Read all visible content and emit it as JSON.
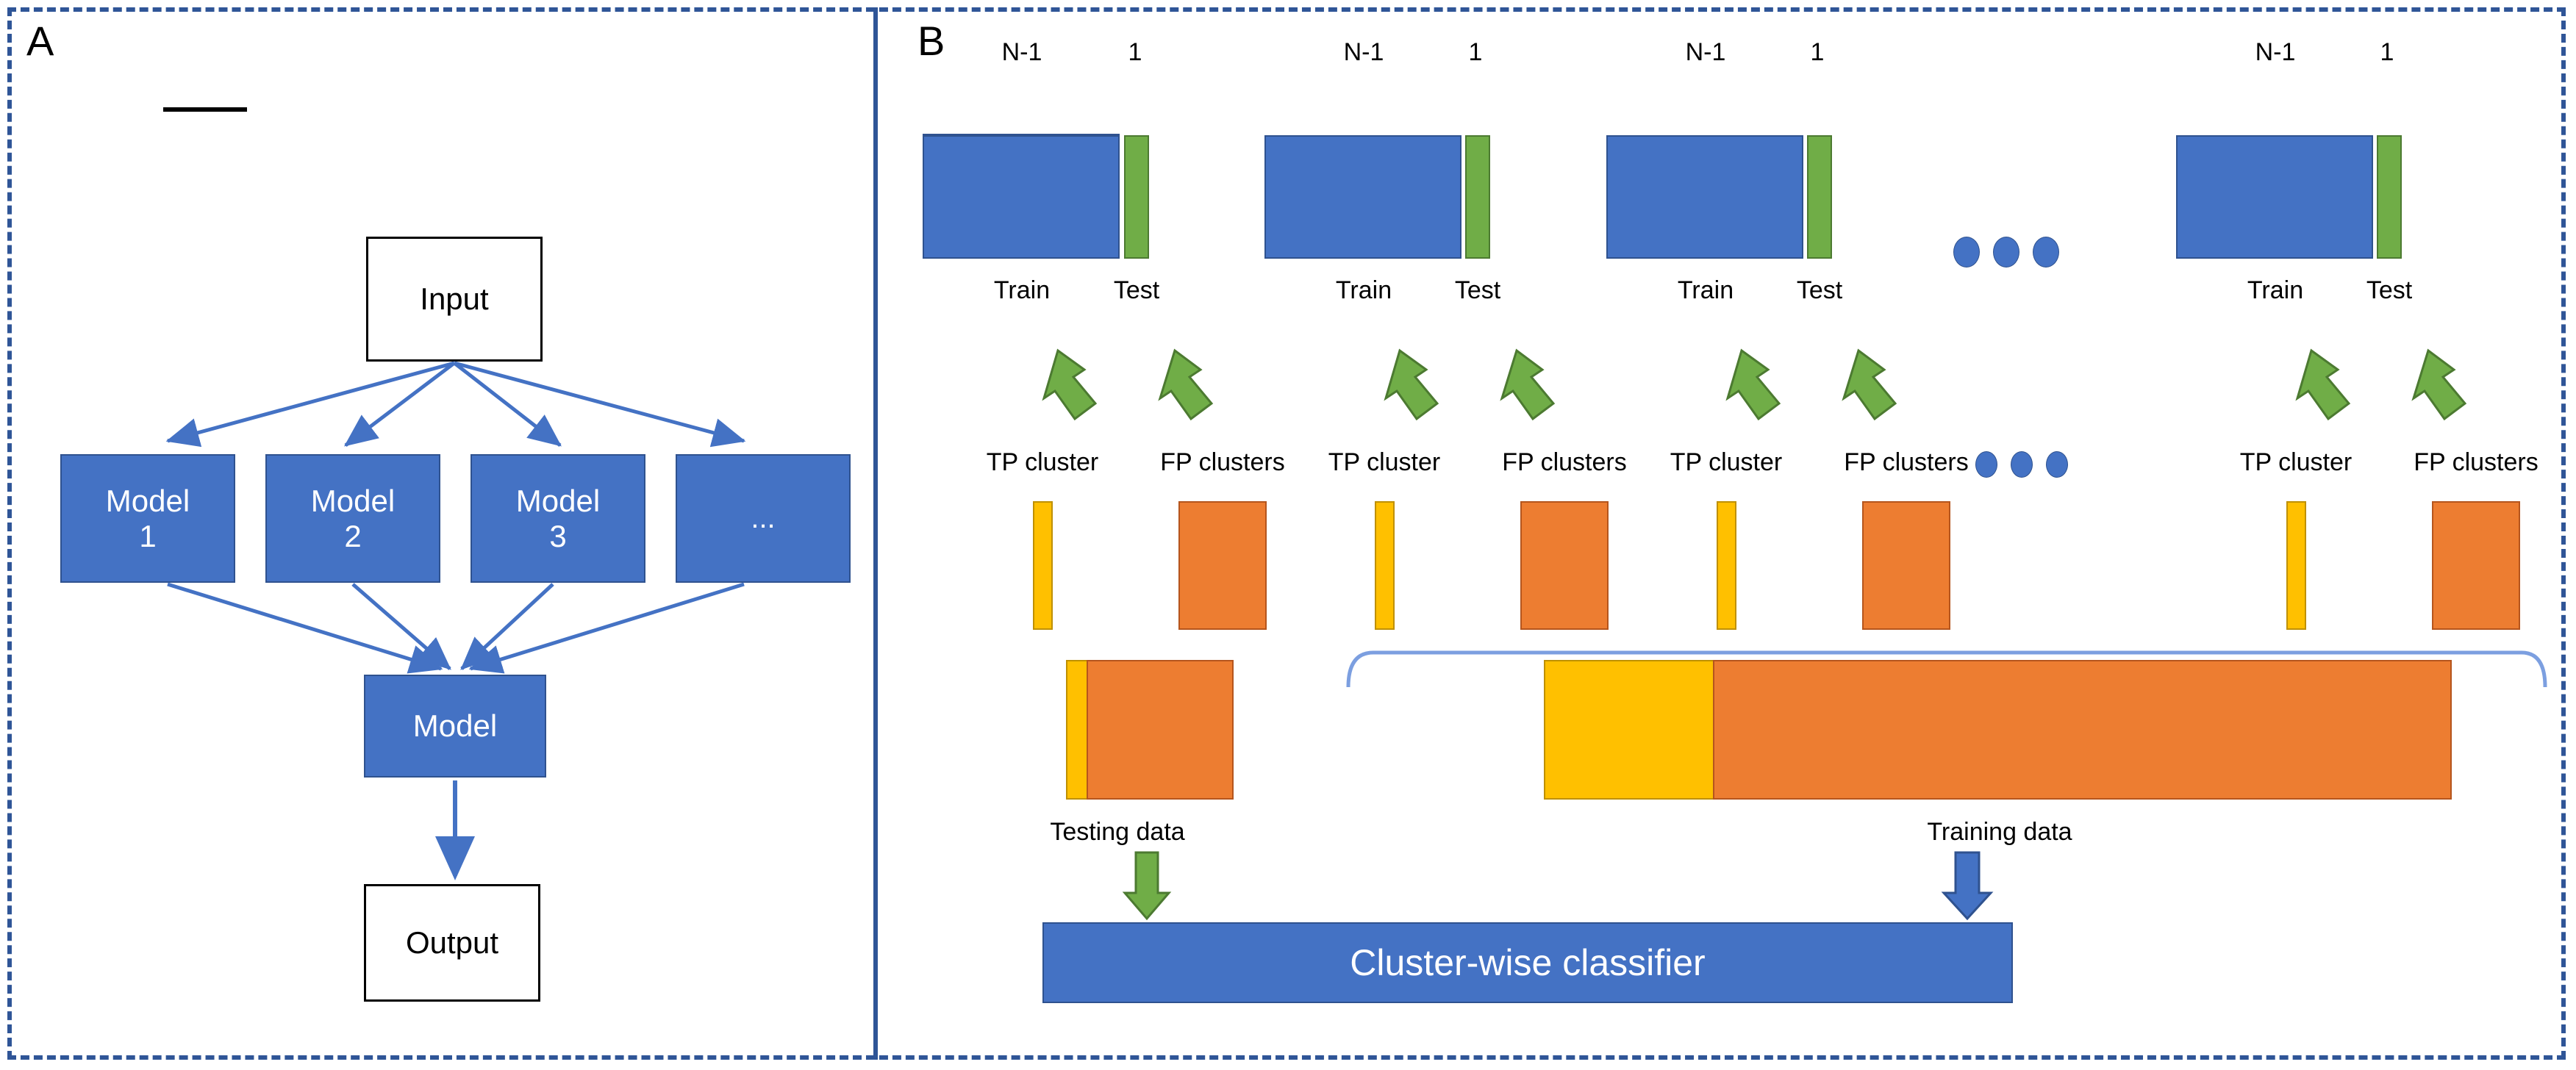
{
  "figure": {
    "panels": [
      {
        "letter": "A",
        "name": "ensemble-overview"
      },
      {
        "letter": "B",
        "name": "cross-validation-pipeline"
      }
    ]
  },
  "colors": {
    "blue": "#4472C4",
    "blue_dark": "#2F5597",
    "green": "#70AD47",
    "yellow": "#FFC000",
    "orange": "#ED7D31",
    "black": "#000000",
    "white": "#FFFFFF"
  },
  "panel_a": {
    "letter": "A",
    "input_box": "Input",
    "models": [
      "Model\n1",
      "Model\n2",
      "Model\n3",
      "..."
    ],
    "model_labels": [
      {
        "line1": "Model",
        "line2": "1"
      },
      {
        "line1": "Model",
        "line2": "2"
      },
      {
        "line1": "Model",
        "line2": "3"
      },
      {
        "line1": "...",
        "line2": ""
      }
    ],
    "merge_box": "Model",
    "output_box": "Output"
  },
  "panel_b": {
    "letter": "B",
    "folds": [
      {
        "train_count": "N-1",
        "test_count": "1",
        "train_label": "Train",
        "test_label": "Test",
        "tp_label": "TP cluster",
        "fp_label": "FP clusters"
      },
      {
        "train_count": "N-1",
        "test_count": "1",
        "train_label": "Train",
        "test_label": "Test",
        "tp_label": "TP cluster",
        "fp_label": "FP clusters"
      },
      {
        "train_count": "N-1",
        "test_count": "1",
        "train_label": "Train",
        "test_label": "Test",
        "tp_label": "TP cluster",
        "fp_label": "FP clusters"
      },
      {
        "train_count": "N-1",
        "test_count": "1",
        "train_label": "Train",
        "test_label": "Test",
        "tp_label": "TP cluster",
        "fp_label": "FP clusters"
      }
    ],
    "ellipsis_dots_count": 3,
    "testing_data_label": "Testing data",
    "training_data_label": "Training data",
    "classifier_label": "Cluster-wise classifier"
  }
}
